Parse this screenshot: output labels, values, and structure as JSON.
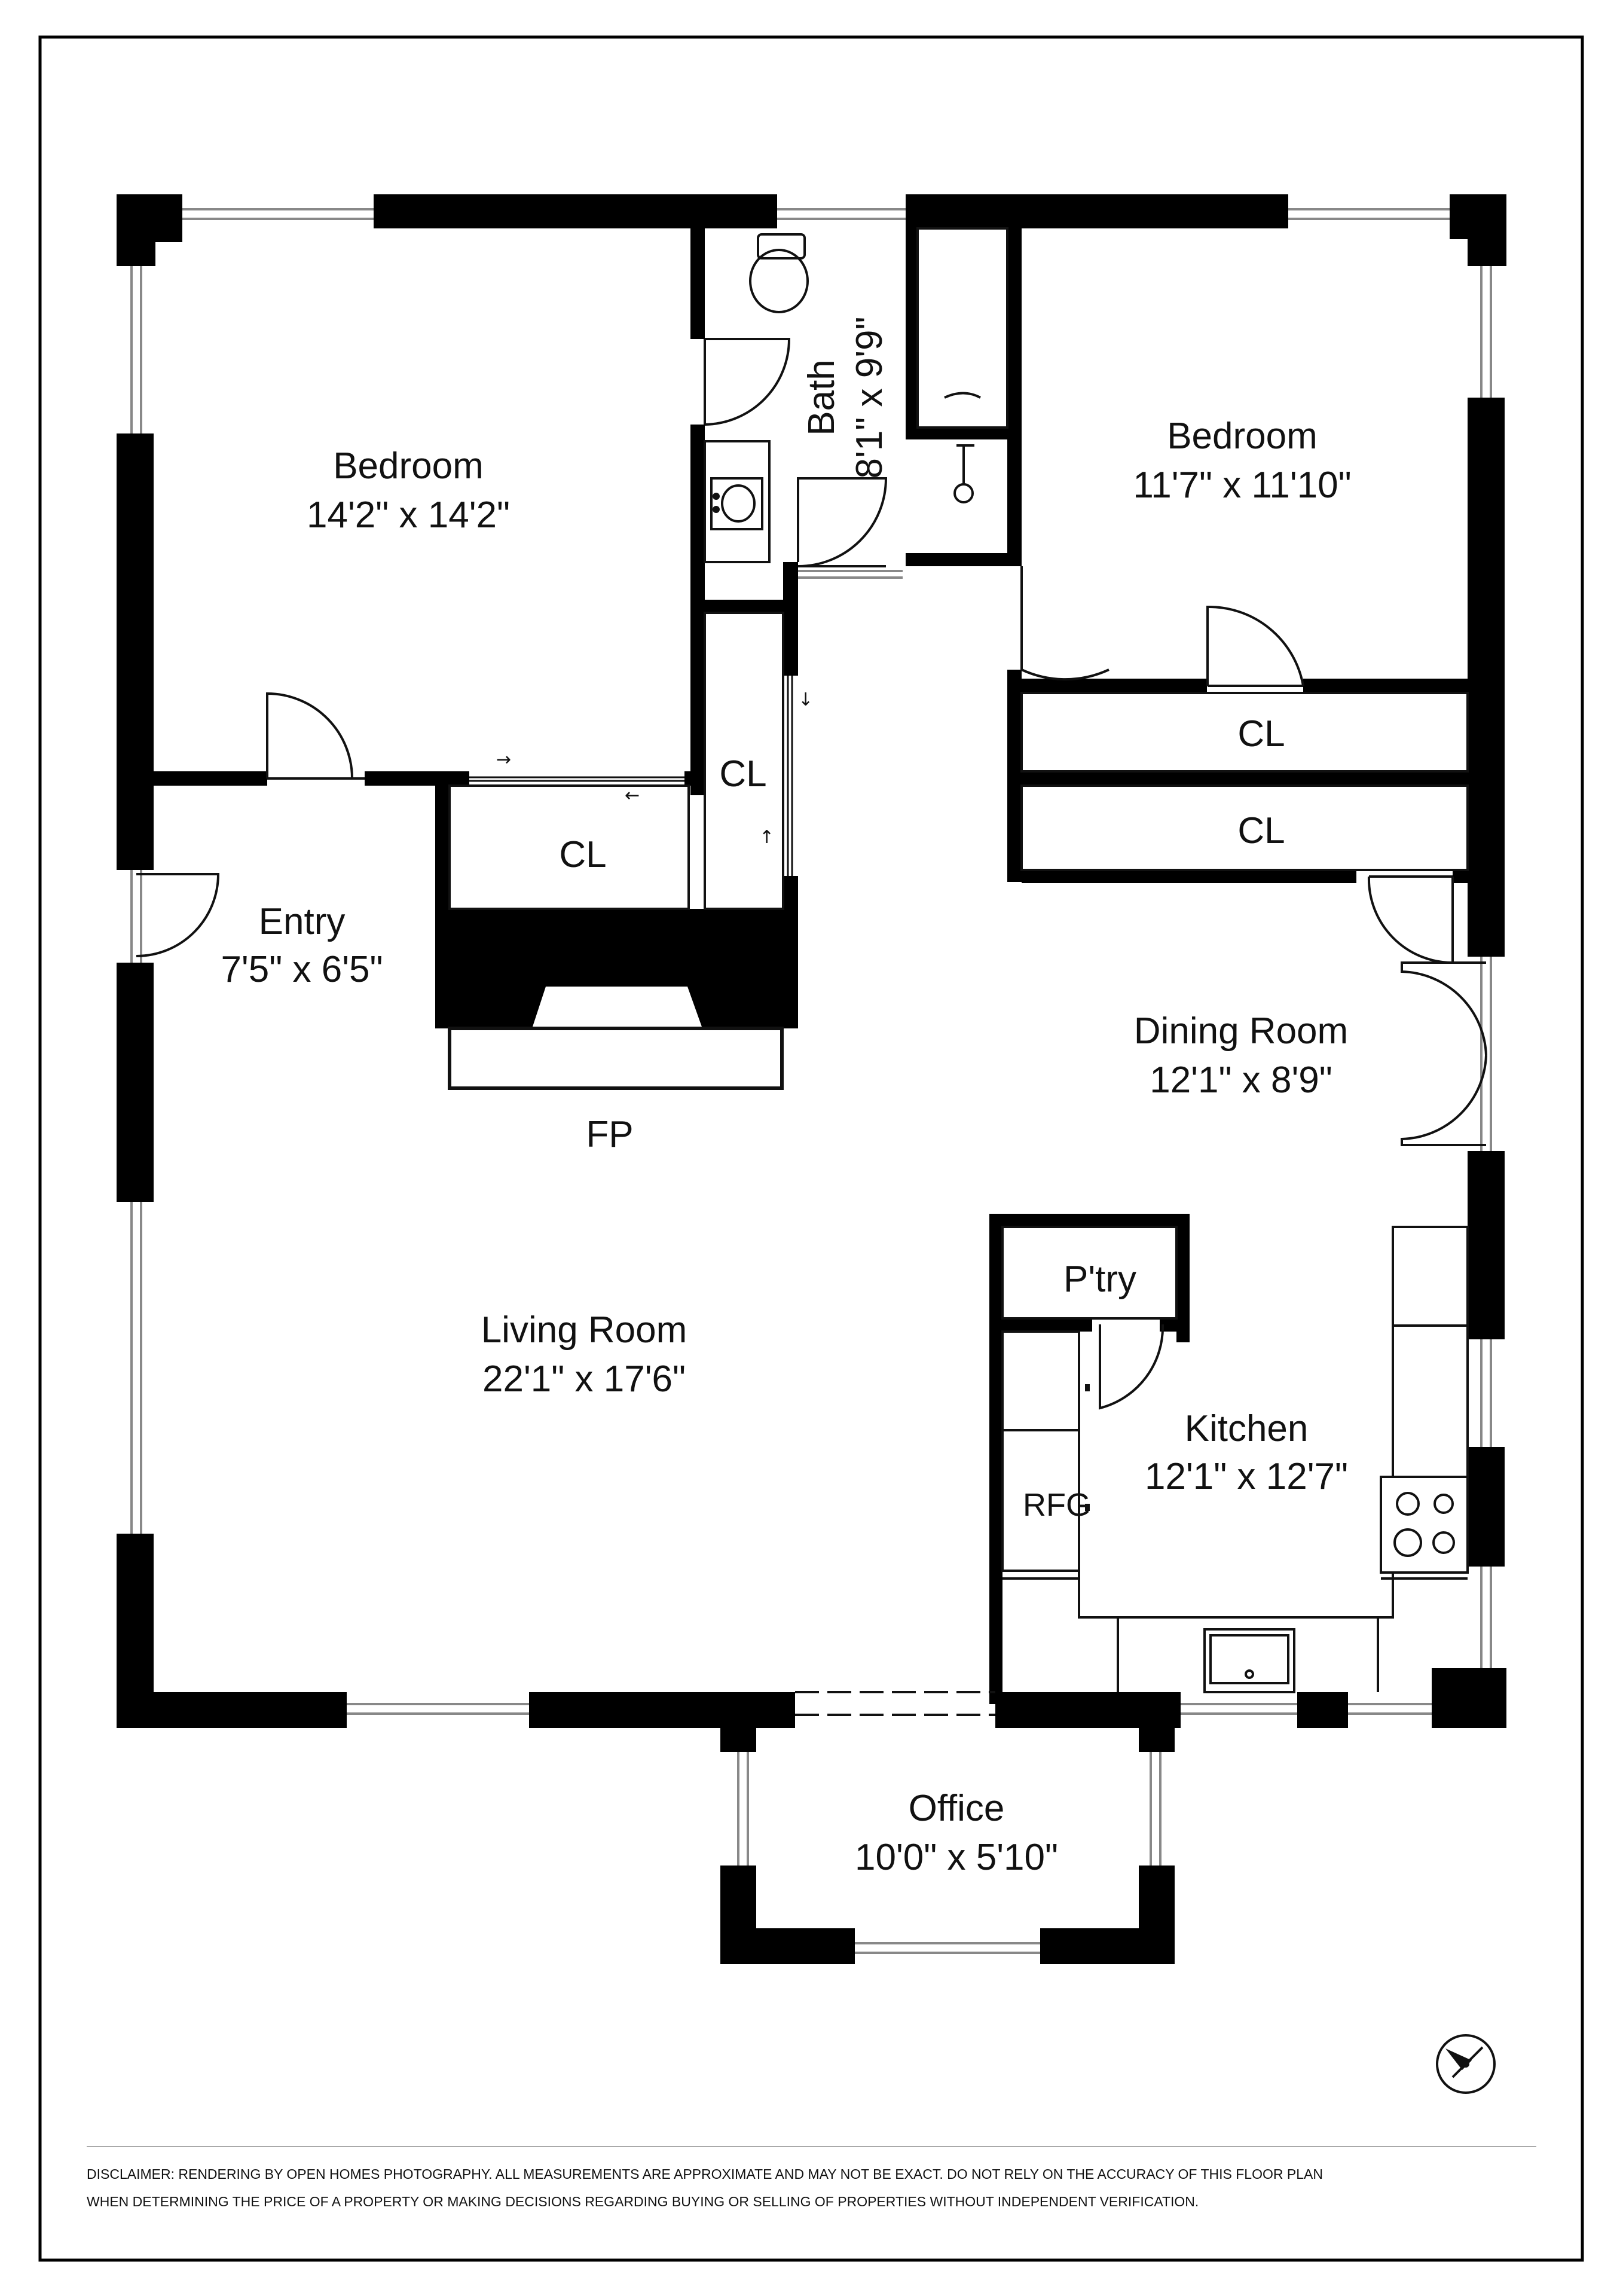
{
  "floorplan": {
    "rooms": [
      {
        "id": "bedroom-1",
        "name": "Bedroom",
        "dims": "14'2\" x 14'2\""
      },
      {
        "id": "bath",
        "name": "Bath",
        "dims": "8'1\" x 9'9\""
      },
      {
        "id": "bedroom-2",
        "name": "Bedroom",
        "dims": "11'7\" x 11'10\""
      },
      {
        "id": "entry",
        "name": "Entry",
        "dims": "7'5\" x 6'5\""
      },
      {
        "id": "dining-room",
        "name": "Dining Room",
        "dims": "12'1\" x 8'9\""
      },
      {
        "id": "living-room",
        "name": "Living Room",
        "dims": "22'1\" x 17'6\""
      },
      {
        "id": "kitchen",
        "name": "Kitchen",
        "dims": "12'1\" x 12'7\""
      },
      {
        "id": "office",
        "name": "Office",
        "dims": "10'0\" x 5'10\""
      }
    ],
    "small_labels": {
      "closet_1": "CL",
      "closet_2": "CL",
      "closet_3": "CL",
      "closet_4": "CL",
      "fireplace": "FP",
      "pantry": "P'try",
      "refrigerator": "RFG"
    },
    "disclaimer": [
      "DISCLAIMER: RENDERING BY OPEN HOMES PHOTOGRAPHY. ALL MEASUREMENTS ARE APPROXIMATE AND MAY NOT BE EXACT. DO NOT RELY ON THE ACCURACY OF THIS FLOOR PLAN",
      "WHEN DETERMINING THE PRICE OF A PROPERTY OR MAKING DECISIONS REGARDING BUYING OR SELLING OF PROPERTIES WITHOUT INDEPENDENT VERIFICATION."
    ],
    "icons": [
      "compass-icon",
      "toilet-icon",
      "sink-icon",
      "shower-icon",
      "stove-icon",
      "kitchen-sink-icon"
    ],
    "colors": {
      "wall": "#000000",
      "line": "#111111",
      "window": "#888888"
    }
  }
}
